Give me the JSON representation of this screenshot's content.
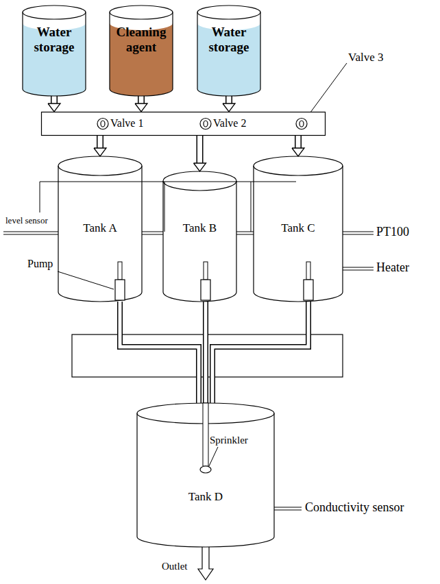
{
  "diagram": {
    "nodes": [
      {
        "text": [
          "Water storage"
        ]
      },
      {
        "text": [
          "Cleaning agent"
        ]
      },
      {
        "text": [
          "Water storage"
        ]
      },
      {
        "text": [
          "Valve 1",
          "Valve 2"
        ]
      },
      {
        "text": [
          "Tank A"
        ]
      },
      {
        "text": [
          "Tank B"
        ]
      },
      {
        "text": [
          "Tank C"
        ]
      },
      {
        "text": [
          "Tank D"
        ]
      }
    ],
    "edges": [
      {
        "from": 0,
        "to": 3,
        "arrow": "to"
      },
      {
        "from": 1,
        "to": 3,
        "arrow": "to"
      },
      {
        "from": 2,
        "to": 3,
        "arrow": "to"
      },
      {
        "from": 3,
        "to": 4,
        "arrow": "to"
      },
      {
        "from": 3,
        "to": 5,
        "arrow": "to"
      },
      {
        "from": 3,
        "to": 6,
        "arrow": "to"
      },
      {
        "from": 4,
        "to": 7,
        "arrow": "none"
      },
      {
        "from": 5,
        "to": 7,
        "arrow": "none"
      },
      {
        "from": 6,
        "to": 7,
        "arrow": "none"
      }
    ],
    "labels": [
      "Valve 3",
      "level sensor",
      "PT100",
      "Heater",
      "Pump",
      "Sprinkler",
      "Conductivity sensor",
      "Outlet"
    ]
  }
}
